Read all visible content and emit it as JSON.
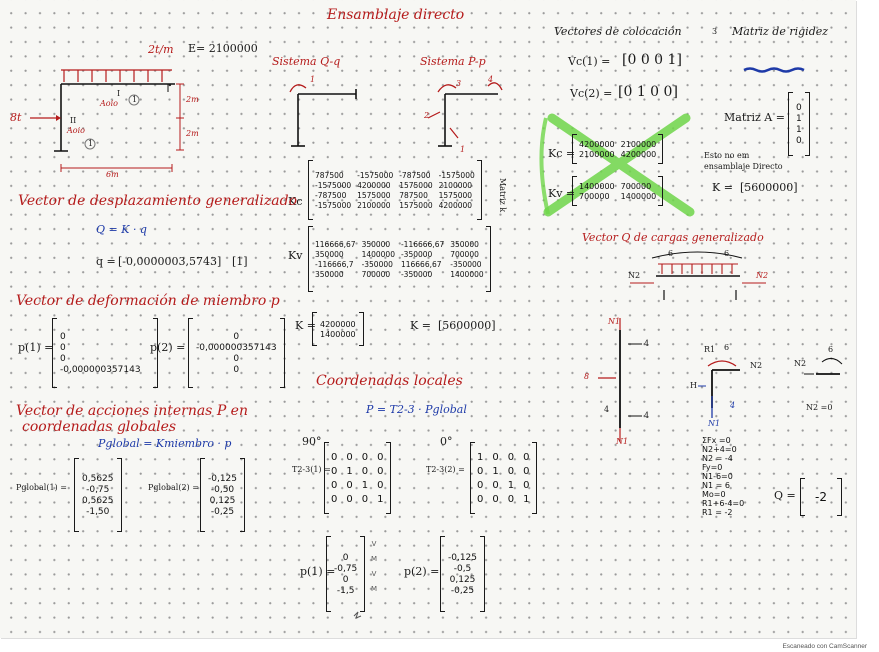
{
  "header": {
    "title": "Ensamblaje directo",
    "load": "2t/m",
    "modulus": "E= 2100000"
  },
  "structure": {
    "node_load": "8t",
    "member1": "I",
    "member1_section": "Aoio",
    "member1_circle": "1",
    "member2": "II",
    "member2_section": "Aoio",
    "member2_circle": "1",
    "dim_h1": "2m",
    "dim_h2": "2m",
    "dim_span": "6m"
  },
  "systems": {
    "qq": "Sistema Q-q",
    "pp": "Sistema P-p",
    "qq_dof": "1",
    "pp_dofs": [
      "1",
      "2",
      "3",
      "4"
    ]
  },
  "kc_matrix": {
    "label": "Kc",
    "side_label": "Matriz k",
    "rows": [
      [
        "787500",
        "-1575000",
        "-787500",
        "-1575000"
      ],
      [
        "-1575000",
        "4200000",
        "1575000",
        "2100000"
      ],
      [
        "-787500",
        "1575000",
        "787500",
        "1575000"
      ],
      [
        "-1575000",
        "2100000",
        "1575000",
        "4200000"
      ]
    ]
  },
  "kv_matrix": {
    "label": "Kv",
    "rows": [
      [
        "116666,67",
        "350000",
        "-116666,67",
        "350000"
      ],
      [
        "350000",
        "1400000",
        "-350000",
        "700000"
      ],
      [
        "-116666,7",
        "-350000",
        "116666,67",
        "-350000"
      ],
      [
        "350000",
        "700000",
        "-350000",
        "1400000"
      ]
    ]
  },
  "coloc": {
    "title": "Vectores de colocación",
    "stiffness_title": "Matriz de rigidez",
    "stiffness_num": "3",
    "vc1_label": "Vc(1) =",
    "vc1": "[0 0 0 1]",
    "vc2_label": "Vc(2) =",
    "vc2": "[0 1 0 0]",
    "matrix_a_label": "Matriz A =",
    "matrix_a": [
      "0",
      "1",
      "1",
      "0"
    ]
  },
  "crossed": {
    "kc_label": "Kc =",
    "kc_rows": [
      [
        "4200000",
        "2100000"
      ],
      [
        "2100000",
        "4200000"
      ]
    ],
    "kv_label": "Kv =",
    "kv_rows": [
      [
        "1400000",
        "700000"
      ],
      [
        "700000",
        "1400000"
      ]
    ],
    "note_line1": "Esto no em",
    "note_line2": "ensamblaje Directo",
    "k_label": "K =",
    "k_value": "[5600000]"
  },
  "k_small": {
    "k_label": "K =",
    "k_col": [
      "4200000",
      "1400000"
    ],
    "k_total_label": "K =",
    "k_total": "[5600000]"
  },
  "despl": {
    "title": "Vector de desplazamiento generalizado",
    "eq": "Q = K · q",
    "q_label": "q =",
    "q_value": "[-0,0000003,5743]",
    "q_ref": "[1]"
  },
  "deform": {
    "title": "Vector de deformación de miembro p",
    "p1_label": "p(1) =",
    "p1": [
      "0",
      "0",
      "0",
      "-0,000000357143"
    ],
    "p2_label": "p(2) =",
    "p2": [
      "0",
      "-0,000000357143",
      "0",
      "0"
    ]
  },
  "acciones": {
    "title_line1": "Vector de acciones internas P en",
    "title_line2": "coordenadas globales",
    "eq": "Pglobal = Kmiembro · p",
    "pg1_label": "Pglobal(1) =",
    "pg1": [
      "0,5625",
      "-0,75",
      "0,5625",
      "-1,50"
    ],
    "pg2_label": "Pglobal(2) =",
    "pg2": [
      "-0,125",
      "-0,50",
      "0,125",
      "-0,25"
    ]
  },
  "locales": {
    "title": "Coordenadas locales",
    "eq": "P = T2-3 · Pglobal",
    "t1_angle": "90°",
    "t1_label": "T2-3(1) =",
    "t1": [
      [
        "0",
        "0",
        "0",
        "0"
      ],
      [
        "0",
        "1",
        "0",
        "0"
      ],
      [
        "0",
        "0",
        "1",
        "0"
      ],
      [
        "0",
        "0",
        "0",
        "1"
      ]
    ],
    "t2_angle": "0°",
    "t2_label": "T2-3(2) =",
    "t2": [
      [
        "1",
        "0",
        "0",
        "0"
      ],
      [
        "0",
        "1",
        "0",
        "0"
      ],
      [
        "0",
        "0",
        "1",
        "0"
      ],
      [
        "0",
        "0",
        "0",
        "1"
      ]
    ],
    "pl1_label": "p(1) =",
    "pl1": [
      "0",
      "-0,75",
      "0",
      "-1,5"
    ],
    "pl1_side": [
      "V",
      "M",
      "V",
      "M"
    ],
    "pl2_label": "p(2) =",
    "pl2": [
      "-0,125",
      "-0,5",
      "0,125",
      "-0,25"
    ]
  },
  "cargas": {
    "title": "Vector Q de cargas generalizado",
    "load_left": "6",
    "load_right": "6",
    "n2": "N2",
    "n2_right": "N2",
    "n1": "N1",
    "n1_bottom": "N1",
    "left_8": "8",
    "four_a": "4",
    "four_b": "4",
    "four_c": "4",
    "r1": "R1",
    "six_top": "6",
    "n2_fbd": "N2",
    "six_fbd": "6",
    "n2_zero": "N2 =0",
    "h": "H",
    "v4": "4",
    "n1_fbd": "N1"
  },
  "equations": [
    "ΣFx =0",
    "N2+4=0",
    "N2 = -4",
    "Fy=0",
    "N1-6=0",
    "N1 = 6",
    "Mo=0",
    "R1+6-4=0",
    "R1 = -2"
  ],
  "q_result": {
    "label": "Q =",
    "value": "-2"
  },
  "footer": "Escaneado con CamScanner",
  "colors": {
    "red_ink": "#b51b1b",
    "blue_ink": "#1e3aa8",
    "green_cross": "#6fd64a",
    "paper": "#f7f7f4"
  }
}
